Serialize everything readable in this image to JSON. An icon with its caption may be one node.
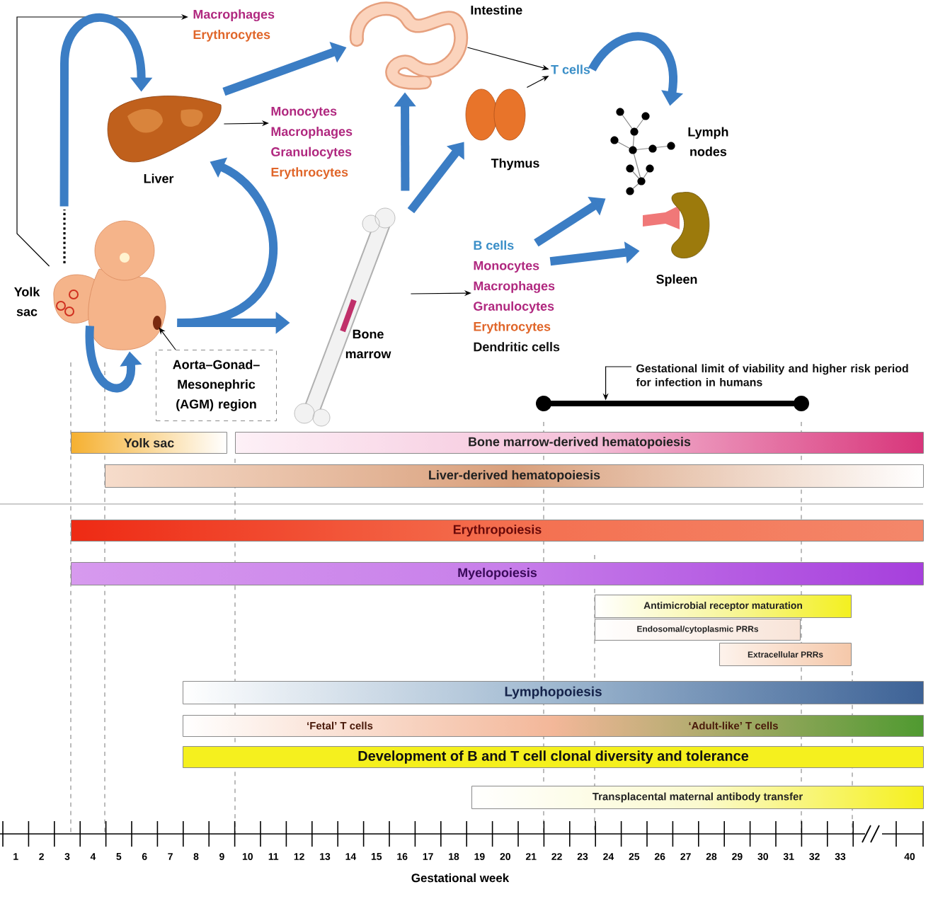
{
  "diagram": {
    "nodes": [
      {
        "text": [
          "Macrophages",
          "Erythrocytes"
        ]
      },
      {
        "text": [
          "Intestine"
        ]
      },
      {
        "text": [
          "T cells"
        ]
      },
      {
        "text": [
          "Liver"
        ]
      },
      {
        "text": [
          "Monocytes",
          "Macrophages",
          "Granulocytes",
          "Erythrocytes"
        ]
      },
      {
        "text": [
          "Thymus"
        ]
      },
      {
        "text": [
          "Lymph nodes"
        ]
      },
      {
        "text": [
          "Yolk sac"
        ]
      },
      {
        "text": [
          "Bone marrow"
        ]
      },
      {
        "text": [
          "B cells",
          "Monocytes",
          "Macrophages",
          "Granulocytes",
          "Erythrocytes",
          "Dendritic cells"
        ]
      },
      {
        "text": [
          "Spleen"
        ]
      },
      {
        "text": [
          "Aorta–Gonad–Mesonephric (AGM) region"
        ]
      },
      {
        "text": [],
        "shape": "picture"
      },
      {
        "text": [
          "Gestational limit of viability and higher risk period for infection in humans"
        ]
      },
      {
        "text": [],
        "shape": "bar"
      },
      {
        "text": [
          "Yolk sac"
        ]
      },
      {
        "text": [
          "Bone marrow-derived hematopoiesis"
        ]
      },
      {
        "text": [
          "Liver-derived hematopoiesis"
        ]
      },
      {
        "text": [
          "Erythropoiesis"
        ]
      },
      {
        "text": [
          "Myelopoiesis"
        ]
      },
      {
        "text": [
          "Antimicrobial receptor maturation"
        ]
      },
      {
        "text": [
          "Endosomal/cytoplasmic PRRs"
        ]
      },
      {
        "text": [
          "Extracellular PRRs"
        ]
      },
      {
        "text": [
          "Lymphopoiesis"
        ]
      },
      {
        "text": [
          "‘Fetal’ T cells",
          "‘Adult-like’ T cells"
        ]
      },
      {
        "text": [
          "Development of B and T cell clonal diversity and tolerance"
        ]
      },
      {
        "text": [
          "Transplacental maternal antibody transfer"
        ]
      }
    ],
    "edges": [
      {
        "from": 7,
        "to": 0,
        "arrow": "to",
        "color": "#000000"
      },
      {
        "from": 7,
        "to": 3,
        "arrow": "to"
      },
      {
        "from": 3,
        "to": 1,
        "arrow": "to"
      },
      {
        "from": 3,
        "to": 4,
        "arrow": "to",
        "color": "#000000"
      },
      {
        "from": 12,
        "to": 3,
        "arrow": "to"
      },
      {
        "from": 12,
        "to": 8,
        "arrow": "to"
      },
      {
        "from": 7,
        "to": 12,
        "arrow": "to"
      },
      {
        "from": 11,
        "to": 12,
        "arrow": "to",
        "color": "#000000"
      },
      {
        "from": 8,
        "to": 1,
        "arrow": "to"
      },
      {
        "from": 8,
        "to": 5,
        "arrow": "to"
      },
      {
        "from": 8,
        "to": 9,
        "arrow": "to",
        "color": "#000000"
      },
      {
        "from": 1,
        "to": 2,
        "arrow": "to",
        "color": "#000000"
      },
      {
        "from": 5,
        "to": 2,
        "arrow": "to",
        "color": "#000000"
      },
      {
        "from": 2,
        "to": 6,
        "arrow": "to"
      },
      {
        "from": 9,
        "to": 6,
        "arrow": "to"
      },
      {
        "from": 9,
        "to": 10,
        "arrow": "to"
      },
      {
        "from": 13,
        "to": 14,
        "arrow": "to",
        "color": "#000000"
      }
    ],
    "labels": [
      "1",
      "2",
      "3",
      "4",
      "5",
      "6",
      "7",
      "8",
      "9",
      "10",
      "11",
      "12",
      "13",
      "14",
      "15",
      "16",
      "17",
      "18",
      "19",
      "20",
      "21",
      "22",
      "23",
      "24",
      "25",
      "26",
      "27",
      "28",
      "29",
      "30",
      "31",
      "32",
      "33",
      "40",
      "Gestational week"
    ]
  }
}
